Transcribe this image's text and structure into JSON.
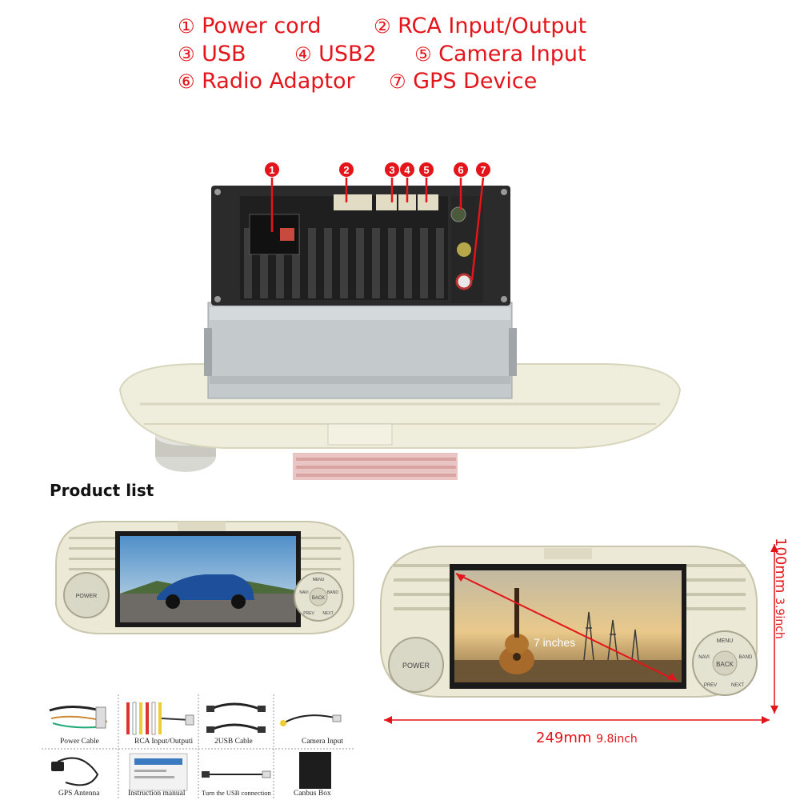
{
  "connectors_legend": [
    {
      "num": "①",
      "label": "Power cord"
    },
    {
      "num": "②",
      "label": "RCA Input/Output"
    },
    {
      "num": "③",
      "label": "USB"
    },
    {
      "num": "④",
      "label": "USB2"
    },
    {
      "num": "⑤",
      "label": "Camera Input"
    },
    {
      "num": "⑥",
      "label": "Radio Adaptor"
    },
    {
      "num": "⑦",
      "label": "GPS Device"
    }
  ],
  "port_markers": [
    "1",
    "2",
    "3",
    "4",
    "5",
    "6",
    "7"
  ],
  "product_list_title": "Product list",
  "unit_buttons": {
    "power": "POWER",
    "menu": "MENU",
    "back": "BACK",
    "navi": "NAVI",
    "band": "BAND",
    "prev": "PREV",
    "next": "NEXT"
  },
  "screen_size_label": "7 inches",
  "dimensions": {
    "width_mm": "249mm",
    "width_in": "9.8inch",
    "height_mm": "100mm",
    "height_in": "3.9inch"
  },
  "product_items": [
    {
      "label": "Power Cable",
      "icon": "power-cable-icon"
    },
    {
      "label": "RCA Input/Outputi",
      "icon": "rca-cable-icon"
    },
    {
      "label": "2USB Cable",
      "icon": "usb-cable-icon"
    },
    {
      "label": "Camera Input",
      "icon": "camera-cable-icon"
    },
    {
      "label": "GPS Antenna",
      "icon": "gps-antenna-icon"
    },
    {
      "label": "Instruction manual",
      "icon": "manual-icon"
    },
    {
      "label": "Turn the USB connection",
      "icon": "usb-adapter-icon"
    },
    {
      "label": "Canbus Box",
      "icon": "canbus-box-icon"
    }
  ],
  "colors": {
    "accent": "#e3141a",
    "unit_body": "#ecead6",
    "panel_dark": "#2a2a2a"
  }
}
